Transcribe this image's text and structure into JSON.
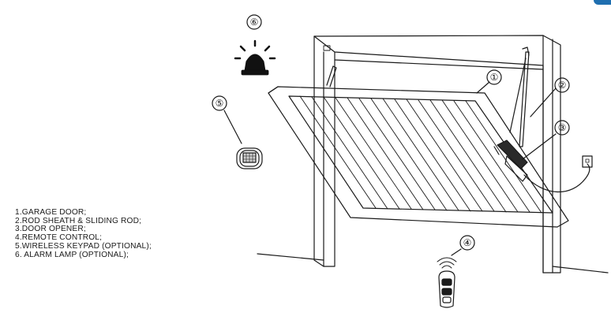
{
  "callouts": [
    {
      "id": "1",
      "label": "①"
    },
    {
      "id": "2",
      "label": "②"
    },
    {
      "id": "3",
      "label": "③"
    },
    {
      "id": "4",
      "label": "④"
    },
    {
      "id": "5",
      "label": "⑤"
    },
    {
      "id": "6",
      "label": "⑥"
    }
  ],
  "legend": [
    "1.GARAGE DOOR;",
    "2.ROD SHEATH & SLIDING ROD;",
    "3.DOOR OPENER;",
    "4.REMOTE CONTROL;",
    "5.WIRELESS KEYPAD (OPTIONAL);",
    "6. ALARM LAMP (OPTIONAL);"
  ],
  "colors": {
    "line": "#1a1a1a",
    "accent": "#1f6fb0"
  },
  "icons": [
    "alarm-lamp-icon",
    "wireless-keypad-icon",
    "remote-control-icon",
    "power-socket-icon",
    "door-opener-icon"
  ]
}
